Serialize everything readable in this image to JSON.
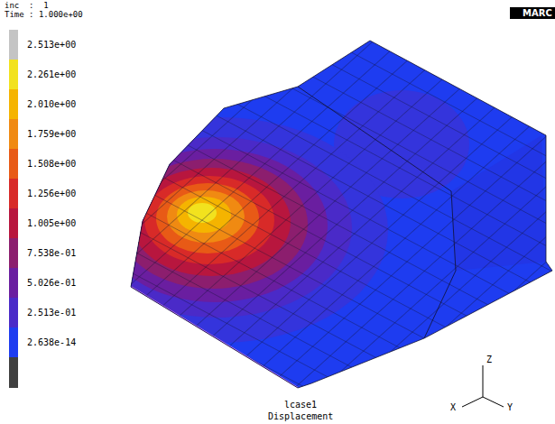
{
  "diagram": {
    "labels": [
      "inc  :  1",
      "Time : 1.000e+00",
      "MARC",
      "lcase1",
      "Displacement",
      "Z",
      "X",
      "Y"
    ],
    "legend": [
      {
        "text": "2.513e+00",
        "color": "#c4c4c4"
      },
      {
        "text": "2.261e+00",
        "color": "#f2e21e"
      },
      {
        "text": "2.010e+00",
        "color": "#f5b400"
      },
      {
        "text": "1.759e+00",
        "color": "#f08a12"
      },
      {
        "text": "1.508e+00",
        "color": "#e85a16"
      },
      {
        "text": "1.256e+00",
        "color": "#d82a28"
      },
      {
        "text": "1.005e+00",
        "color": "#b8163e"
      },
      {
        "text": "7.538e-01",
        "color": "#8c1e6e"
      },
      {
        "text": "5.026e-01",
        "color": "#6a1ea0"
      },
      {
        "text": "2.513e-01",
        "color": "#4a2ac8"
      },
      {
        "text": "2.638e-14",
        "color": "#1e3cf0"
      }
    ]
  }
}
